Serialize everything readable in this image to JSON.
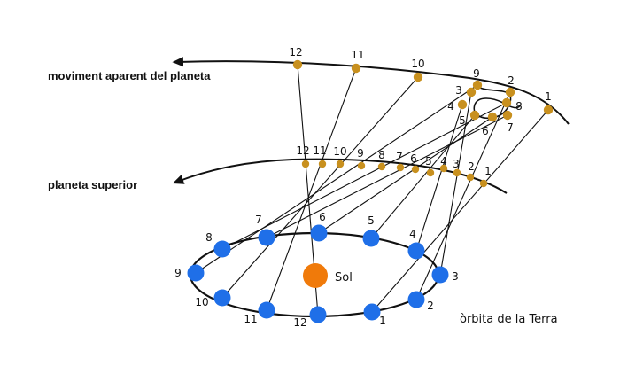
{
  "captions": {
    "apparent_motion": "moviment aparent del planeta",
    "superior_planet": "planeta superior",
    "earth_orbit": "òrbita de la Terra",
    "sun": "Sol"
  },
  "colors": {
    "earth": "#1f6fe8",
    "planet": "#c8901e",
    "sun": "#f07a0a",
    "line": "#111111",
    "background": "#ffffff"
  },
  "positions": [
    "1",
    "2",
    "3",
    "4",
    "5",
    "6",
    "7",
    "8",
    "9",
    "10",
    "11",
    "12"
  ]
}
